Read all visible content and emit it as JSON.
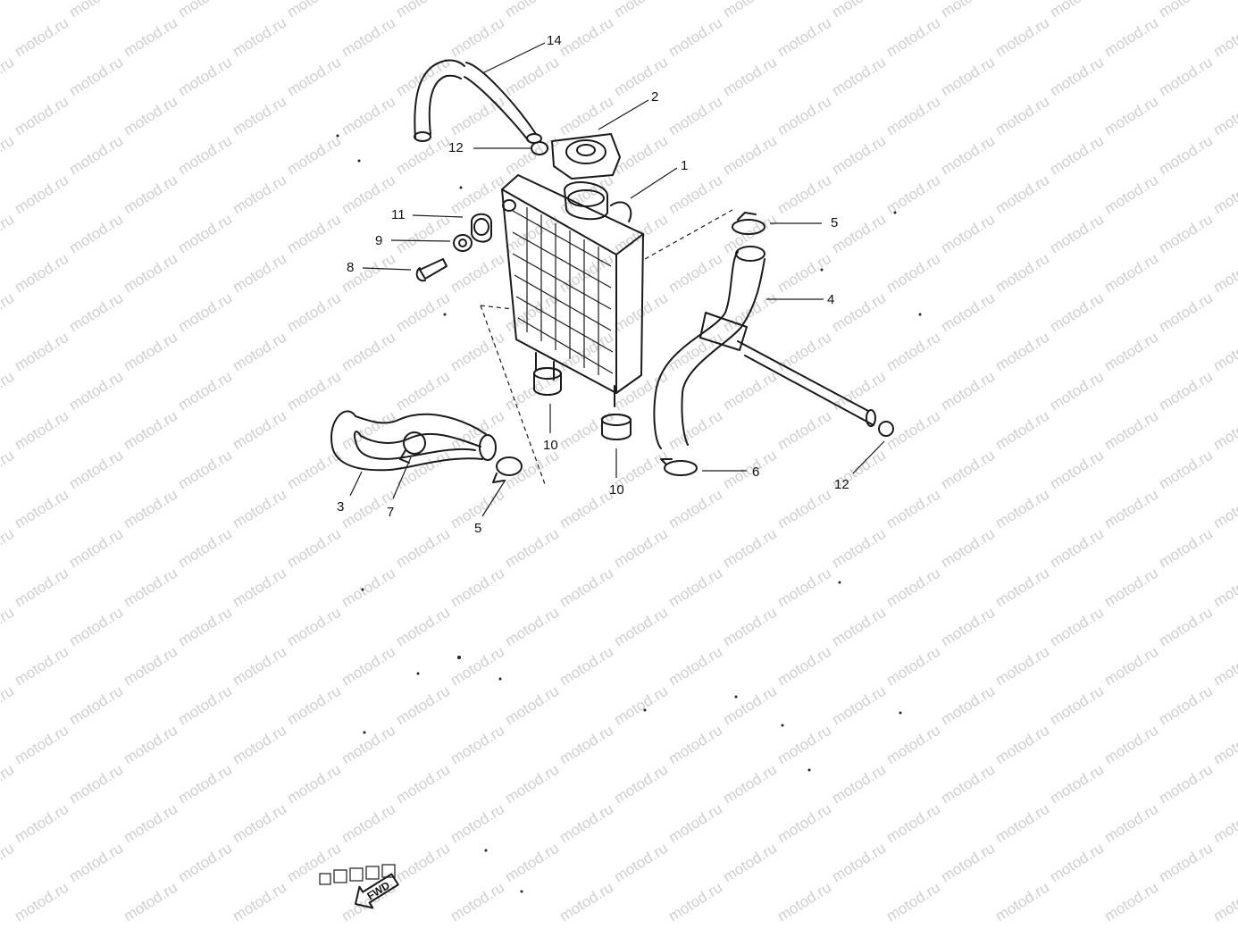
{
  "watermark": "motod.ru",
  "callouts": [
    {
      "id": "p14",
      "label": "14"
    },
    {
      "id": "p2",
      "label": "2"
    },
    {
      "id": "p12a",
      "label": "12"
    },
    {
      "id": "p1",
      "label": "1"
    },
    {
      "id": "p11",
      "label": "11"
    },
    {
      "id": "p5a",
      "label": "5"
    },
    {
      "id": "p9",
      "label": "9"
    },
    {
      "id": "p8",
      "label": "8"
    },
    {
      "id": "p4",
      "label": "4"
    },
    {
      "id": "p10a",
      "label": "10"
    },
    {
      "id": "p10b",
      "label": "10"
    },
    {
      "id": "p6",
      "label": "6"
    },
    {
      "id": "p12b",
      "label": "12"
    },
    {
      "id": "p3",
      "label": "3"
    },
    {
      "id": "p7",
      "label": "7"
    },
    {
      "id": "p5b",
      "label": "5"
    }
  ],
  "fwd_arrow": {
    "label": "FWD"
  },
  "diagram_code": "."
}
